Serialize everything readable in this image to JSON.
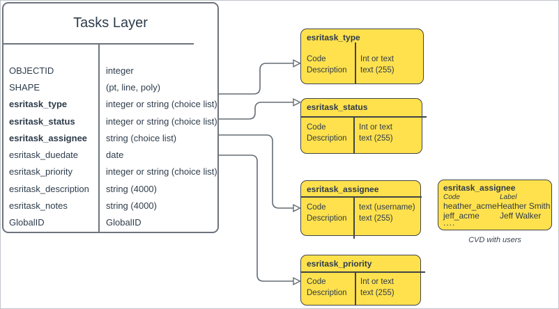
{
  "colors": {
    "background": "#ffffff",
    "frame_border": "#bfc4c9",
    "table_stroke": "#6d737c",
    "connector_stroke": "#636b74",
    "domain_fill": "#ffe14d",
    "domain_stroke": "#3f4347",
    "text": "#2d3b4a"
  },
  "tasks_table": {
    "title": "Tasks Layer",
    "rows": [
      {
        "field": "OBJECTID",
        "type": "integer"
      },
      {
        "field": "SHAPE",
        "type": "(pt, line, poly)"
      },
      {
        "field": "esritask_type",
        "type": "integer or string (choice list)"
      },
      {
        "field": "esritask_status",
        "type": "integer or string (choice list)"
      },
      {
        "field": "esritask_assignee",
        "type": "string (choice list)"
      },
      {
        "field": "esritask_duedate",
        "type": "date"
      },
      {
        "field": "esritask_priority",
        "type": "integer or string (choice list)"
      },
      {
        "field": "esritask_description",
        "type": "string (4000)"
      },
      {
        "field": "esritask_notes",
        "type": "string (4000)"
      },
      {
        "field": "GlobalID",
        "type": "GlobalID"
      }
    ]
  },
  "domain_boxes": [
    {
      "title": "esritask_type",
      "fields": [
        "Code",
        "Description"
      ],
      "types": [
        "Int or text",
        "text (255)"
      ]
    },
    {
      "title": "esritask_status",
      "fields": [
        "Code",
        "Description"
      ],
      "types": [
        "Int or text",
        "text (255)"
      ]
    },
    {
      "title": "esritask_assignee",
      "fields": [
        "Code",
        "Description"
      ],
      "types": [
        "text  (username)",
        "text (255)"
      ]
    },
    {
      "title": "esritask_priority",
      "fields": [
        "Code",
        "Description"
      ],
      "types": [
        "Int or text",
        "text (255)"
      ]
    }
  ],
  "cvd_box": {
    "title": "esritask_assignee",
    "col_headers": [
      "Code",
      "Label"
    ],
    "rows": [
      [
        "heather_acme",
        "Heather Smith"
      ],
      [
        "jeff_acme",
        "Jeff Walker"
      ]
    ],
    "ellipsis": "....",
    "caption": "CVD with users"
  }
}
